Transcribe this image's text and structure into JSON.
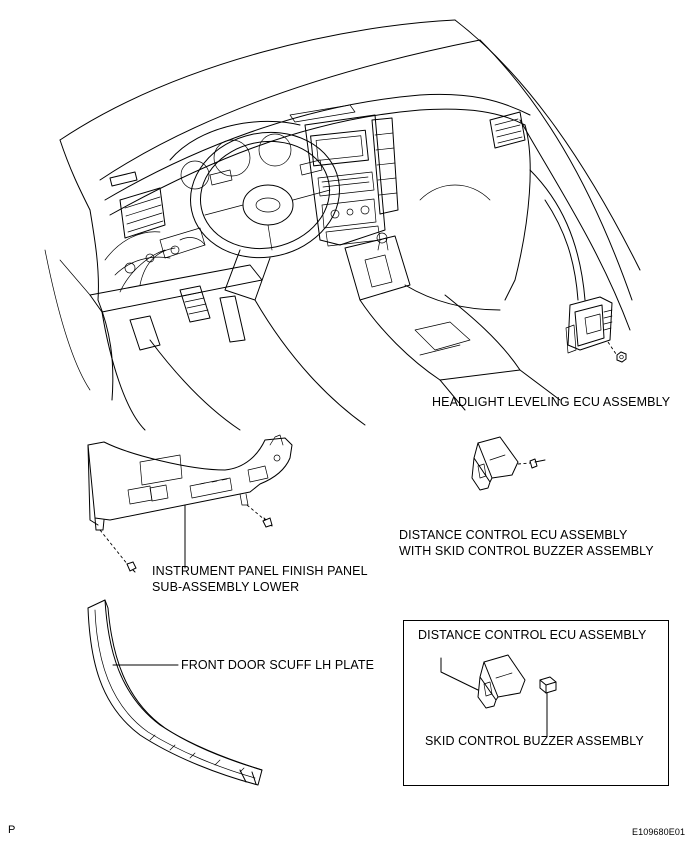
{
  "labels": {
    "headlight_ecu": "HEADLIGHT LEVELING ECU ASSEMBLY",
    "distance_ecu_line1": "DISTANCE CONTROL ECU ASSEMBLY",
    "distance_ecu_line2": "WITH SKID CONTROL BUZZER ASSEMBLY",
    "instrument_panel_line1": "INSTRUMENT PANEL FINISH PANEL",
    "instrument_panel_line2": "SUB-ASSEMBLY LOWER",
    "scuff_plate": "FRONT DOOR SCUFF LH PLATE",
    "inset_title": "DISTANCE CONTROL ECU ASSEMBLY",
    "skid_buzzer": "SKID CONTROL BUZZER ASSEMBLY"
  },
  "footer": {
    "corner_letter": "P",
    "figure_code": "E109680E01"
  }
}
